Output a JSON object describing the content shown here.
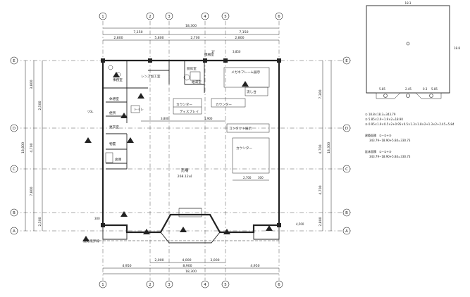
{
  "axis_labels": {
    "columns": [
      "1",
      "2",
      "3",
      "4",
      "5",
      "6"
    ],
    "rows": [
      "A",
      "B",
      "C",
      "D",
      "E"
    ]
  },
  "dimensions": {
    "top_total": "18,300",
    "top_left": "7,150",
    "top_right": "7,150",
    "top_seg1": "2,800",
    "top_seg2": "5,800",
    "top_seg3": "2,700",
    "top_seg4": "2,800",
    "left_total": "18,800",
    "left_segs": [
      "3,800",
      "4,700",
      "7,800",
      "2,500",
      "2,500"
    ],
    "right_total": "18,300",
    "right_segs": [
      "7,300",
      "4,700",
      "4,700",
      "2,800"
    ],
    "bottom_total": "18,300",
    "bottom_left": "4,950",
    "bottom_mid": "8,900",
    "bottom_right": "4,950",
    "bottom_sub1": "2,000",
    "bottom_sub2": "4,000",
    "bottom_sub3": "3,000",
    "interior_300a": "300",
    "interior_300b": "300",
    "interior_3800": "3,800",
    "interior_1900": "1,900",
    "interior_2700": "2,700"
  },
  "rooms": {
    "office": "事務室",
    "mechanical": "機械室",
    "restroom": "トイレ",
    "kitchen": "厨房室",
    "hot_water": "給湯室",
    "staff_room": "休憩室",
    "staff_toilet": "便所",
    "storage": "物置",
    "changing": "更衣室",
    "tool": "倉庫",
    "counter_a": "カウンター",
    "counter_b": "カウンター",
    "counter_c": "カウンター",
    "display": "ディスプレイ",
    "sales_floor": "売場",
    "sales_area": "268.12㎡",
    "eyewear": "メガネフレーム展示",
    "contact_lens": "コンタクト展示",
    "lens_lab": "レンズ加工室",
    "sink": "流し台"
  },
  "annotations": {
    "boundary_line": "道路境界線",
    "elevation_gl": "▽GL",
    "floor_note": "1F",
    "dim_350": "3,850",
    "dim_450": "4,500"
  },
  "key_plan": {
    "top_dim": "18.3",
    "right_dim": "18.8",
    "inner_a": "5.85",
    "inner_b": "5.85",
    "inner_c": "2.45",
    "inner_d": "0.3"
  },
  "calculations": {
    "line1": "① 18.8×18.3=343.79",
    "line2": "② 5.85×2.9÷1.9×2=18.90",
    "line3": "③ 0.95×1.9×0.5×2+0.95×0.5×1.3×1.8×2+1.3×2+2.45=5.84",
    "heading1": "建築面積　①−②+③",
    "line4": "343.79−18.90+5.84=330.73",
    "heading2": "延床面積　①−②+③",
    "line5": "343.79−18.90+5.84=330.73"
  }
}
